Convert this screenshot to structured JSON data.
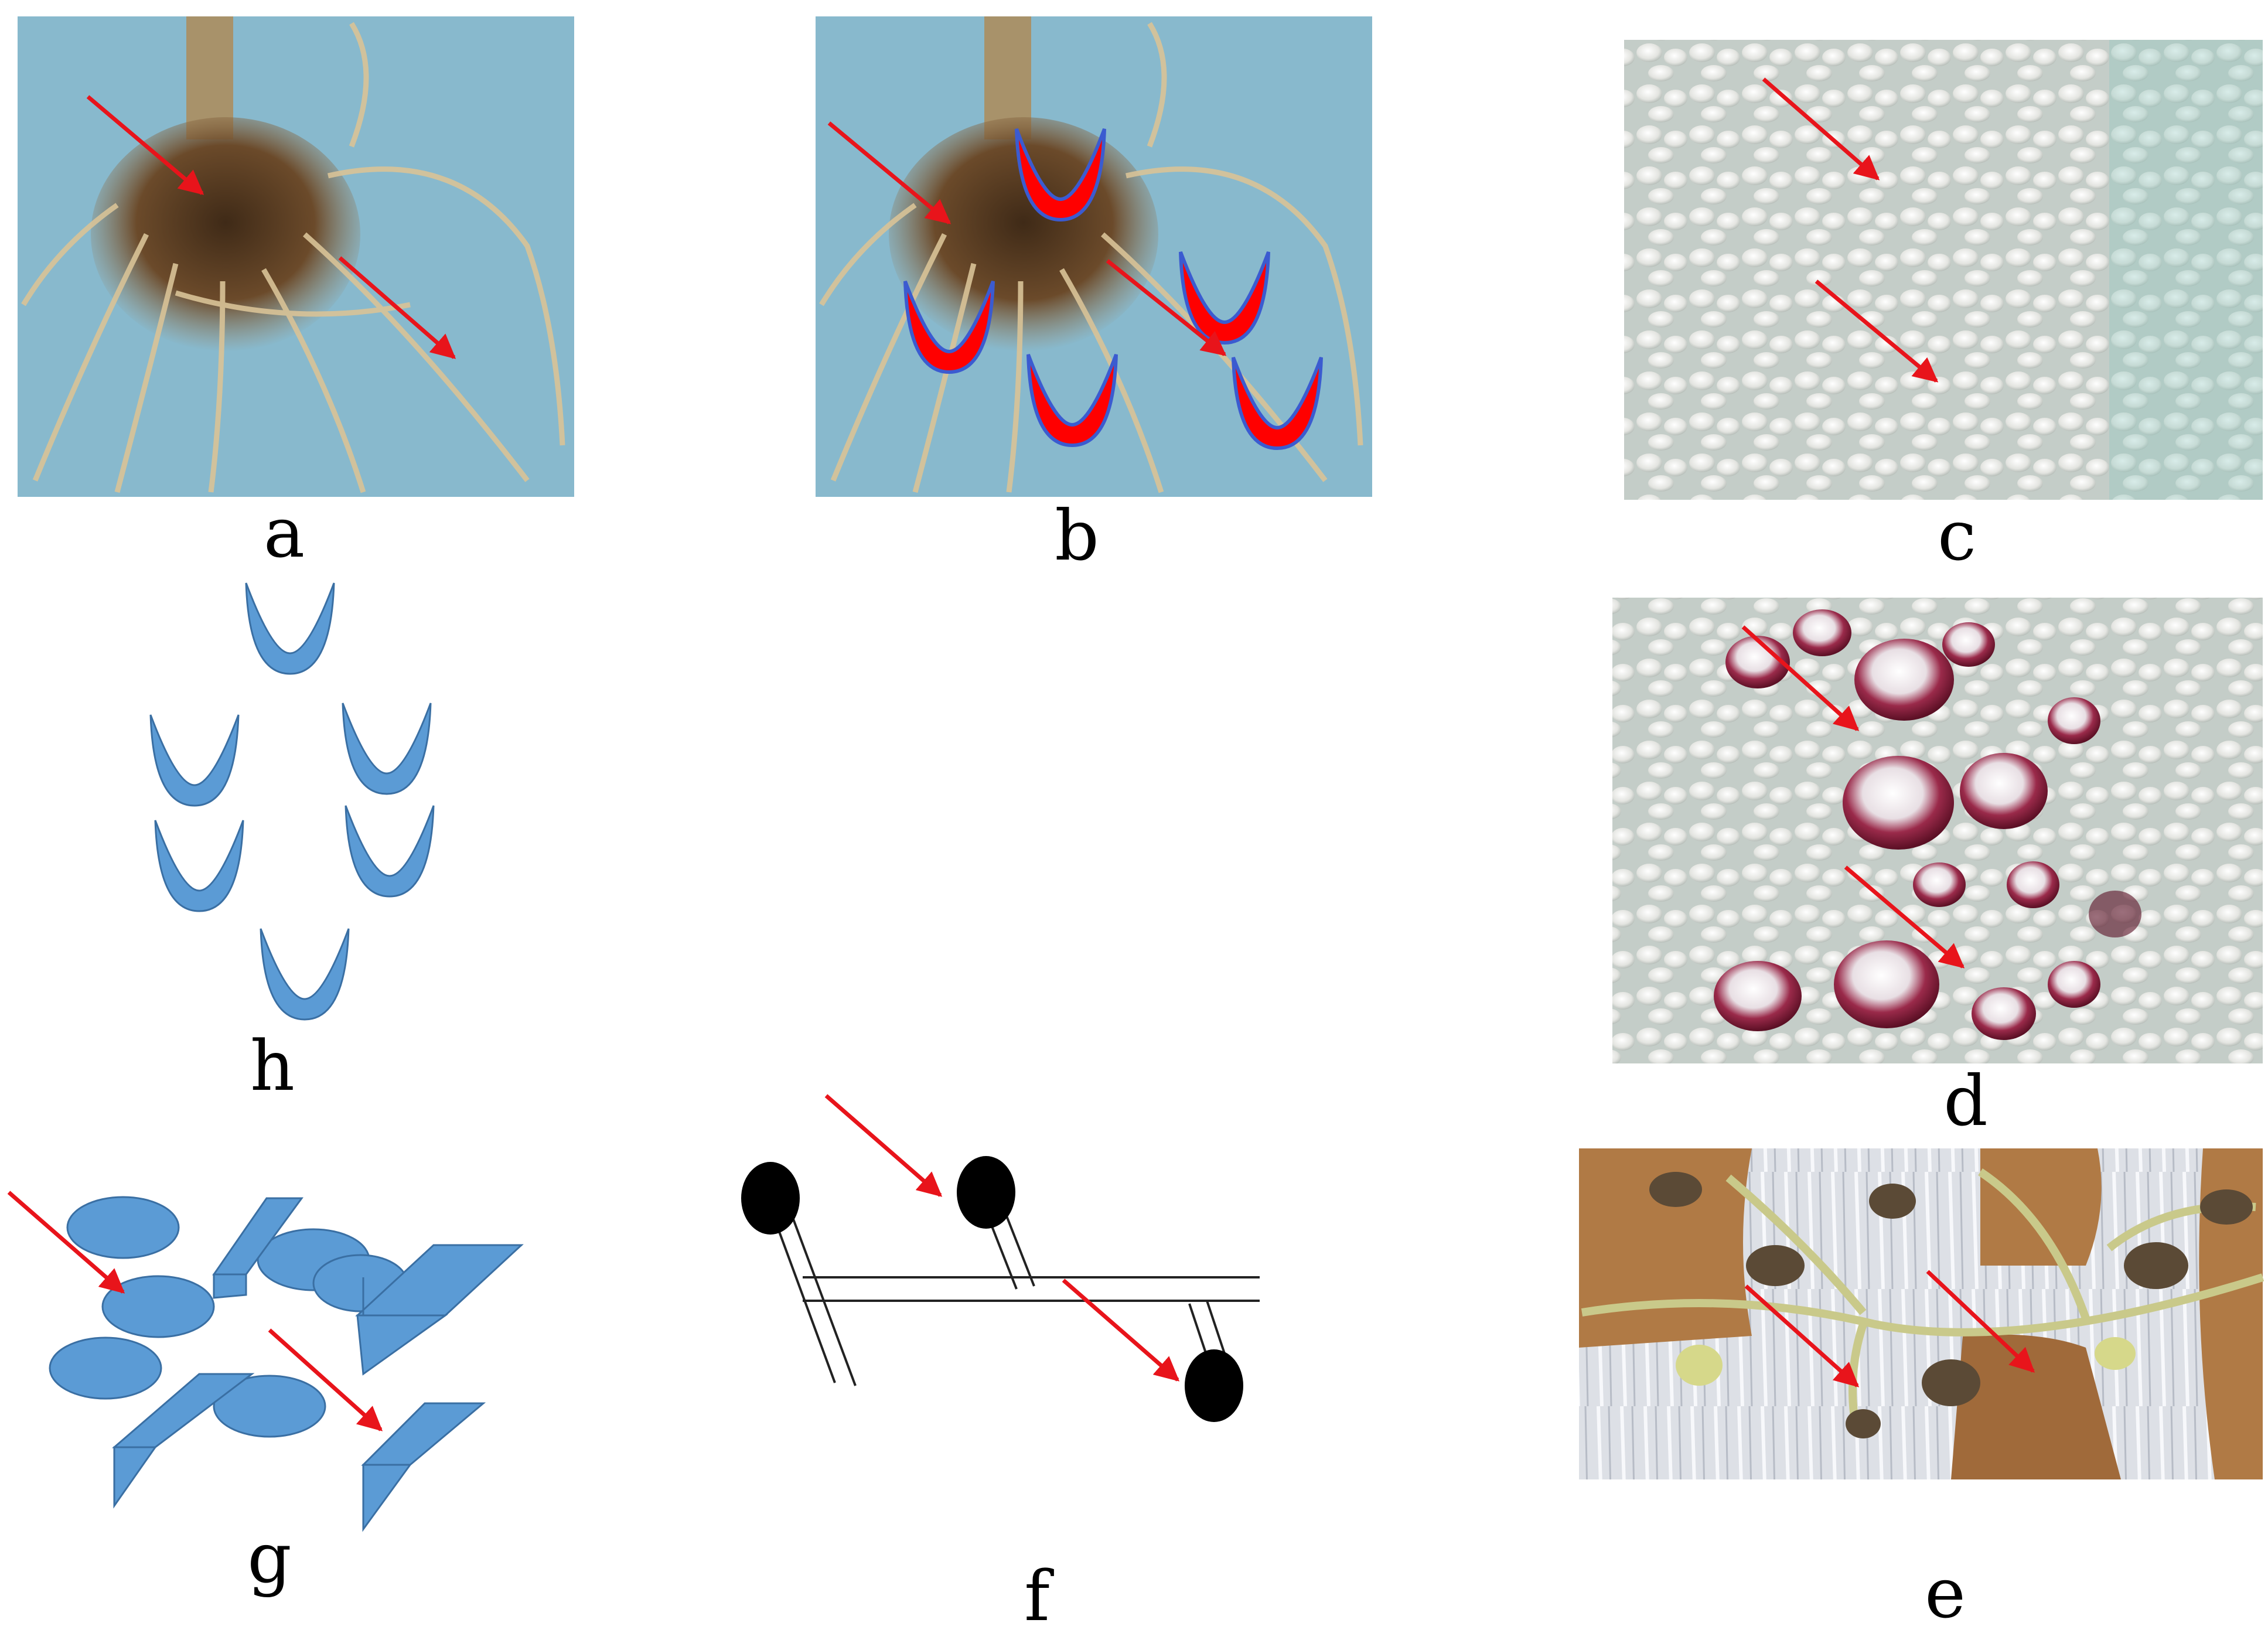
{
  "panels": {
    "a": {
      "label": "a"
    },
    "b": {
      "label": "b"
    },
    "c": {
      "label": "c"
    },
    "d": {
      "label": "d"
    },
    "e": {
      "label": "e"
    },
    "f": {
      "label": "f"
    },
    "g": {
      "label": "g"
    },
    "h": {
      "label": "h"
    }
  },
  "colors": {
    "arrow": "#e8141b",
    "shape_fill": "#5b9bd5",
    "shape_stroke": "#3a6fa3",
    "highlight_red": "#ff0000",
    "highlight_border": "#3b5bd0",
    "root_bg": "#7fb3c8",
    "root_brown": "#6b4a2a",
    "root_tan": "#cdb48a",
    "tissue_bg": "#cfd6d0",
    "stain_dark": "#7a1730",
    "soil": "#b07a45",
    "plastic": "#e6e8ec"
  }
}
